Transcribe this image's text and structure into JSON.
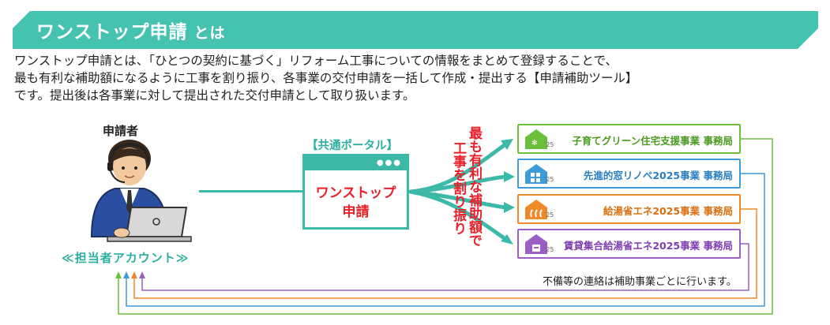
{
  "header": {
    "title": "ワンストップ申請",
    "title_suffix": "とは"
  },
  "description": {
    "line1": "ワンストップ申請とは、「ひとつの契約に基づく」リフォーム工事についての情報をまとめて登録することで、",
    "line2": "最も有利な補助額になるように工事を割り振り、各事業の交付申請を一括して作成・提出する【申請補助ツール】",
    "line3": "です。提出後は各事業に対して提出された交付申請として取り扱います。"
  },
  "applicant": {
    "label": "申請者",
    "account_label": "≪担当者アカウント≫"
  },
  "portal": {
    "label": "【共通ポータル】",
    "name_line1": "ワンストップ",
    "name_line2": "申請"
  },
  "allocation_text": {
    "col1": "最も有利な補助額で",
    "col2": "工事を割り振り"
  },
  "offices": [
    {
      "name": "子育てグリーン住宅支援事業 事務局",
      "icon": "house-green-icon",
      "year": "'25",
      "color": "#6cbf3a"
    },
    {
      "name": "先進的窓リノベ2025事業 事務局",
      "icon": "house-window-icon",
      "year": "'25",
      "color": "#3d9bd8"
    },
    {
      "name": "給湯省エネ2025事業 事務局",
      "icon": "house-heater-icon",
      "year": "'25",
      "color": "#ef8a2a"
    },
    {
      "name": "賃貸集合給湯省エネ2025事業 事務局",
      "icon": "house-rental-icon",
      "year": "'25",
      "color": "#9a5ec4"
    }
  ],
  "note": "不備等の連絡は補助事業ごとに行います。",
  "colors": {
    "teal": "#45c2b0",
    "red": "#e8202a"
  }
}
